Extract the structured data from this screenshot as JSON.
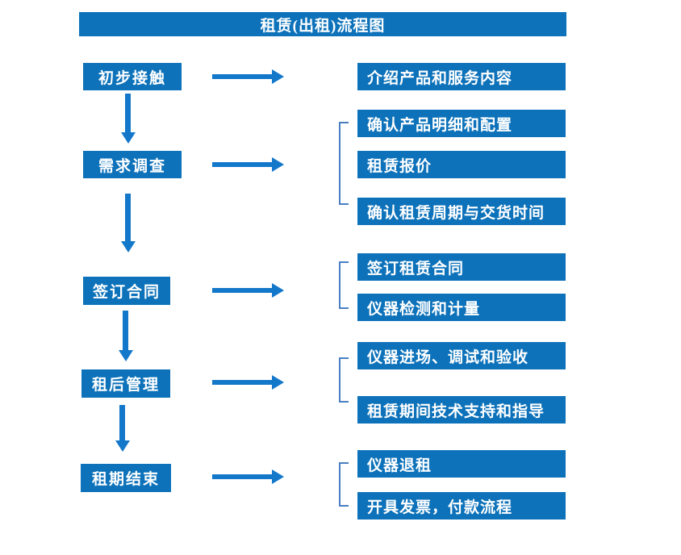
{
  "title": "租赁(出租)流程图",
  "colors": {
    "box_blue": "#0d72ba",
    "arrow_blue": "#1478ca",
    "bracket_blue": "#4a7fc1",
    "text_white": "#ffffff"
  },
  "steps": [
    {
      "label": "初步接触",
      "details": [
        "介绍产品和服务内容"
      ]
    },
    {
      "label": "需求调查",
      "details": [
        "确认产品明细和配置",
        "租赁报价",
        "确认租赁周期与交货时间"
      ]
    },
    {
      "label": "签订合同",
      "details": [
        "签订租赁合同",
        "仪器检测和计量"
      ]
    },
    {
      "label": "租后管理",
      "details": [
        "仪器进场、调试和验收",
        "租赁期间技术支持和指导"
      ]
    },
    {
      "label": "租期结束",
      "details": [
        "仪器退租",
        "开具发票，付款流程"
      ]
    }
  ]
}
